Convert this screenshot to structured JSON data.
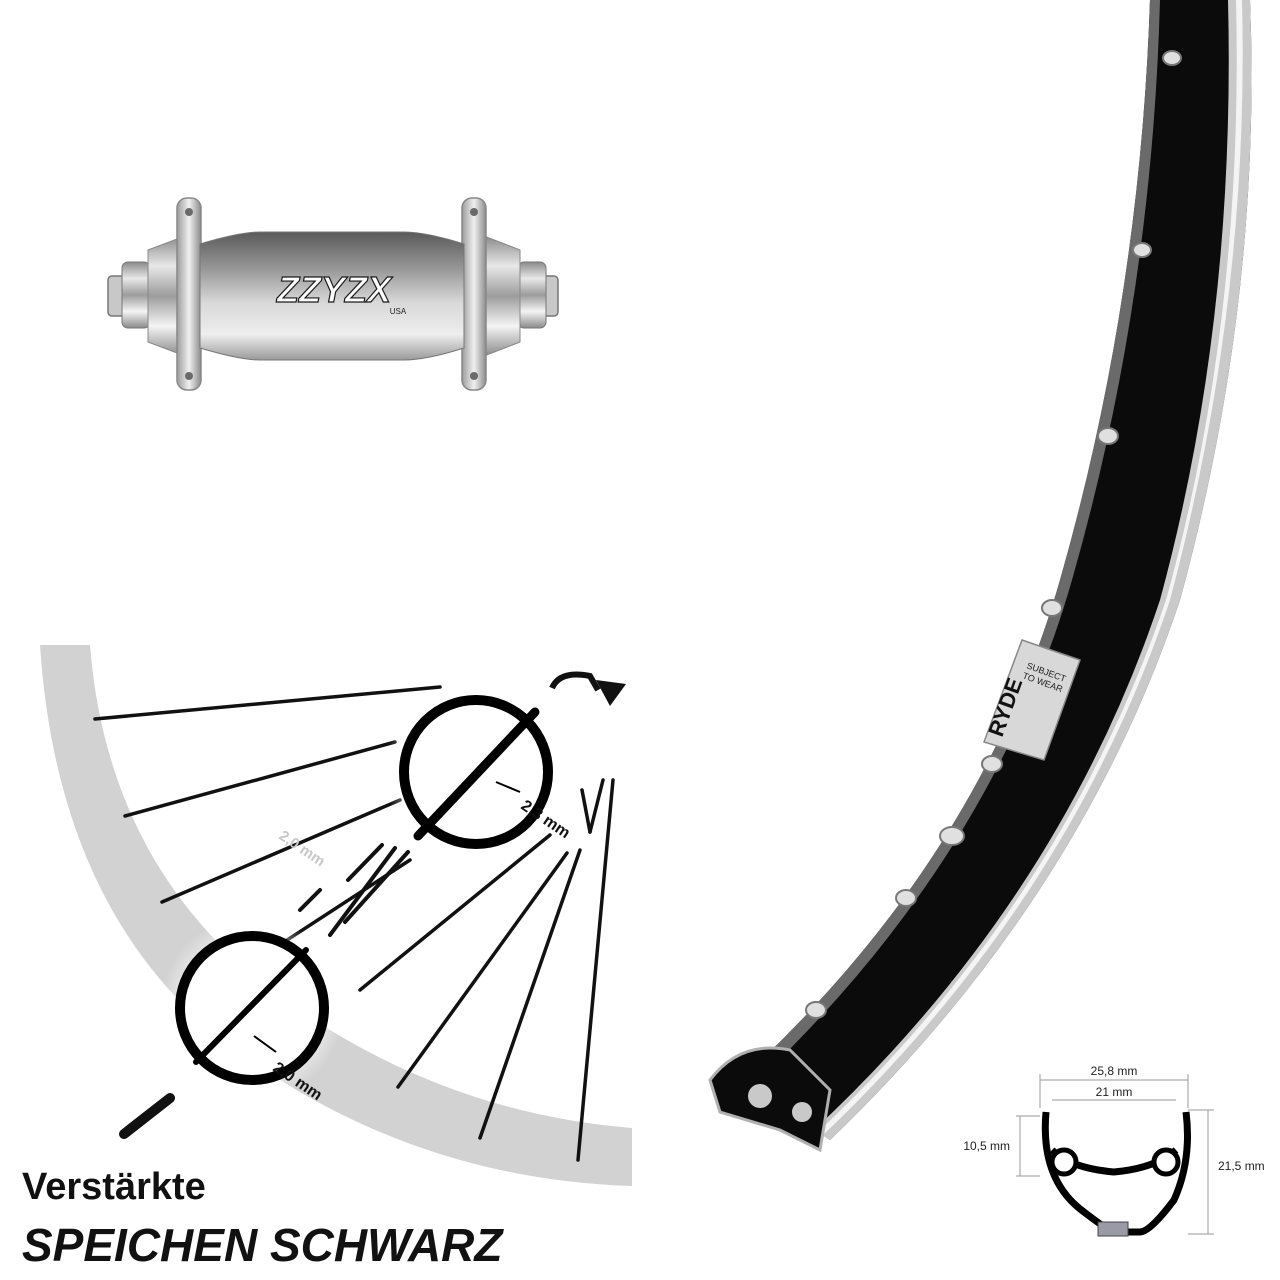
{
  "hub": {
    "brand": "ZZYZX",
    "origin": "USA"
  },
  "spokes": {
    "thin_label": "2,0 mm",
    "thick_label": "2,3 mm",
    "butted_label": "2,0 mm"
  },
  "rim": {
    "brand": "RYDE",
    "warning_line_1": "SUBJECT",
    "warning_line_2": "TO WEAR"
  },
  "profile": {
    "outer_width": "25,8 mm",
    "inner_width": "21 mm",
    "bed_height": "10,5 mm",
    "total_height": "21,5 mm"
  },
  "caption": {
    "line1": "Verstärkte",
    "line2": "SPEICHEN SCHWARZ"
  },
  "colors": {
    "rim": "#0b0b0b",
    "rim_edge": "#c9c9c9",
    "hub_metal": "#b8b8b8",
    "hub_dark": "#3a3a3a",
    "rim_guide": "#d2d2d2",
    "accent": "#4a8fd0"
  }
}
